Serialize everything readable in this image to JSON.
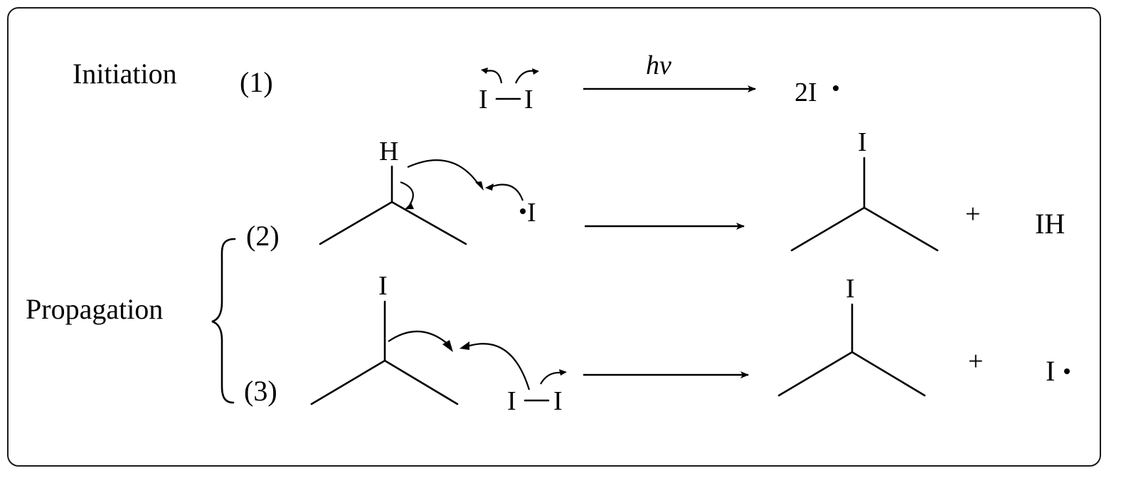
{
  "stages": {
    "initiation": "Initiation",
    "propagation": "Propagation"
  },
  "steps": {
    "one": "(1)",
    "two": "(2)",
    "three": "(3)"
  },
  "reaction1": {
    "reactant_left_atom": "I",
    "reactant_right_atom": "I",
    "condition": "hν",
    "product": "2I"
  },
  "reaction2": {
    "h_atom": "H",
    "radical_atom": "I",
    "product_substituent": "I",
    "plus": "+",
    "byproduct": "IH"
  },
  "reaction3": {
    "substituent": "I",
    "reactant_left_atom": "I",
    "reactant_right_atom": "I",
    "product_substituent": "I",
    "plus": "+",
    "product_radical": "I"
  },
  "colors": {
    "ink": "#000000",
    "frame": "#1a1a1a"
  }
}
